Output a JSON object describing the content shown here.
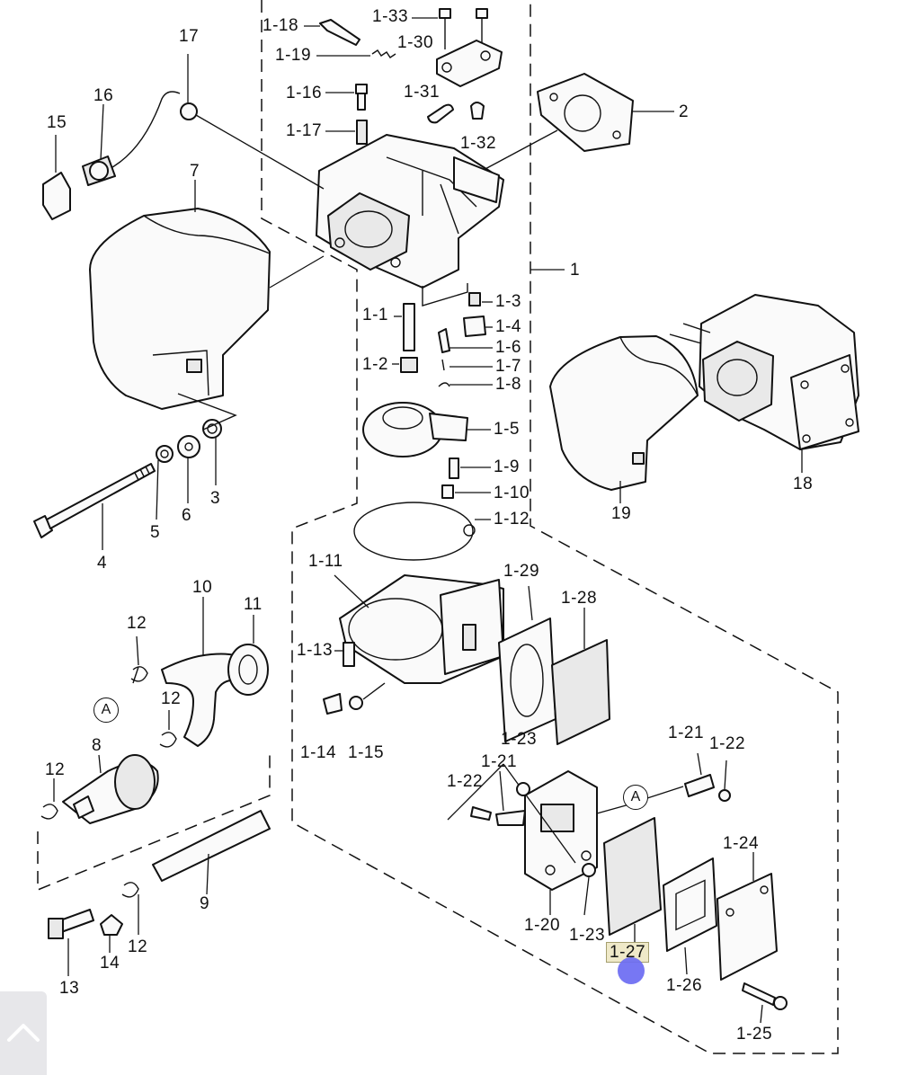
{
  "diagram": {
    "callouts": {
      "c_1_33": "1-33",
      "c_1_18": "1-18",
      "c_1_30": "1-30",
      "c_1_19": "1-19",
      "c_1_16": "1-16",
      "c_1_31": "1-31",
      "c_1_17": "1-17",
      "c_1_32": "1-32",
      "c_17": "17",
      "c_16": "16",
      "c_15": "15",
      "c_7": "7",
      "c_2": "2",
      "c_1": "1",
      "c_1_3": "1-3",
      "c_1_4": "1-4",
      "c_1_1": "1-1",
      "c_1_6": "1-6",
      "c_1_2": "1-2",
      "c_1_7": "1-7",
      "c_1_8": "1-8",
      "c_1_5": "1-5",
      "c_1_9": "1-9",
      "c_1_10": "1-10",
      "c_1_12": "1-12",
      "c_5": "5",
      "c_6": "6",
      "c_3": "3",
      "c_4": "4",
      "c_19": "19",
      "c_18": "18",
      "c_1_11": "1-11",
      "c_1_29": "1-29",
      "c_1_28": "1-28",
      "c_1_13": "1-13",
      "c_1_14": "1-14",
      "c_1_15": "1-15",
      "c_10": "10",
      "c_11": "11",
      "c_12a": "12",
      "c_12b": "12",
      "c_12c": "12",
      "c_12d": "12",
      "c_8": "8",
      "c_9": "9",
      "c_13": "13",
      "c_14": "14",
      "c_1_23a": "1-23",
      "c_1_21a": "1-21",
      "c_1_22a": "1-22",
      "c_1_21b": "1-21",
      "c_1_22b": "1-22",
      "c_1_20": "1-20",
      "c_1_23b": "1-23",
      "c_1_27": "1-27",
      "c_1_24": "1-24",
      "c_1_26": "1-26",
      "c_1_25": "1-25"
    },
    "markers": {
      "a_left": "A",
      "a_right": "A"
    },
    "selected_callout": "1-27"
  },
  "overlay": {
    "cursor_color": "#6b6bf2",
    "back_button_icon": "chevron-up-icon"
  }
}
